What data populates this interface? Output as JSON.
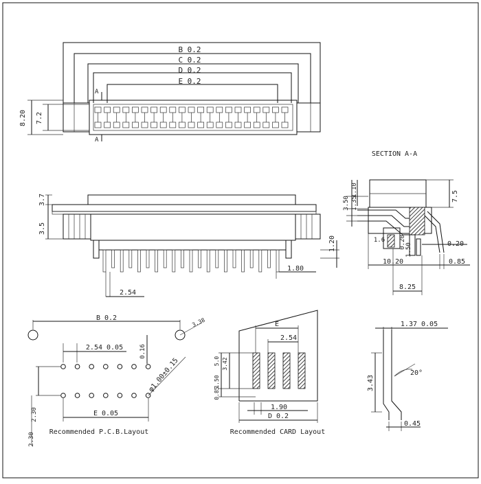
{
  "top_view": {
    "dim_b_label": "B  0.2",
    "dim_c_label": "C  0.2",
    "dim_d_label": "D  0.2",
    "dim_e_label": "E  0.2",
    "section_mark_top": "A",
    "section_mark_bottom": "A",
    "height_outer_label": "8.20",
    "height_inner_label": "7.2"
  },
  "side_view": {
    "dim_upper_label": "3.7",
    "dim_lower_label": "3.5",
    "pin_offset_label": "1.20",
    "pin_pitch_label": "1.80",
    "pin_width_label": "2.54"
  },
  "section_view": {
    "title": "SECTION A-A",
    "dim_top_label": "7.5",
    "dim_left_a": "3.50",
    "dim_left_b": "1.10",
    "dim_left_c": "1.35",
    "dim_mid_a": "1.6",
    "dim_mid_b": "0.20",
    "dim_mid_c": "1.50",
    "dim_bottom_a": "10.20",
    "dim_bottom_b": "0.85",
    "dim_bottom_c": "8.25",
    "dim_right_small": "0.20"
  },
  "pcb_layout": {
    "title": "Recommended P.C.B.Layout",
    "dim_b_label": "B  0.2",
    "hole_label": "3.38",
    "pitch_label": "2.54  0.05",
    "row_label": "0.16",
    "hole_diameter_label": "φ1.00±0.15",
    "dim_e_label": "E  0.05",
    "dim_left_label": "2.30",
    "dim_bottom_label": "2.30"
  },
  "card_layout": {
    "title": "Recommended CARD Layout",
    "dim_e_label": "E",
    "pitch_label": "2.54",
    "dim_v1": "5.0",
    "dim_v2": "3.42",
    "dim_v3": "1.50",
    "dim_v4": "0.85",
    "width_label": "1.90",
    "dim_d_label": "D  0.2"
  },
  "pin_detail": {
    "width_label": "1.37  0.05",
    "angle_label": "20°",
    "length_label": "3.43",
    "tip_label": "0.45"
  }
}
